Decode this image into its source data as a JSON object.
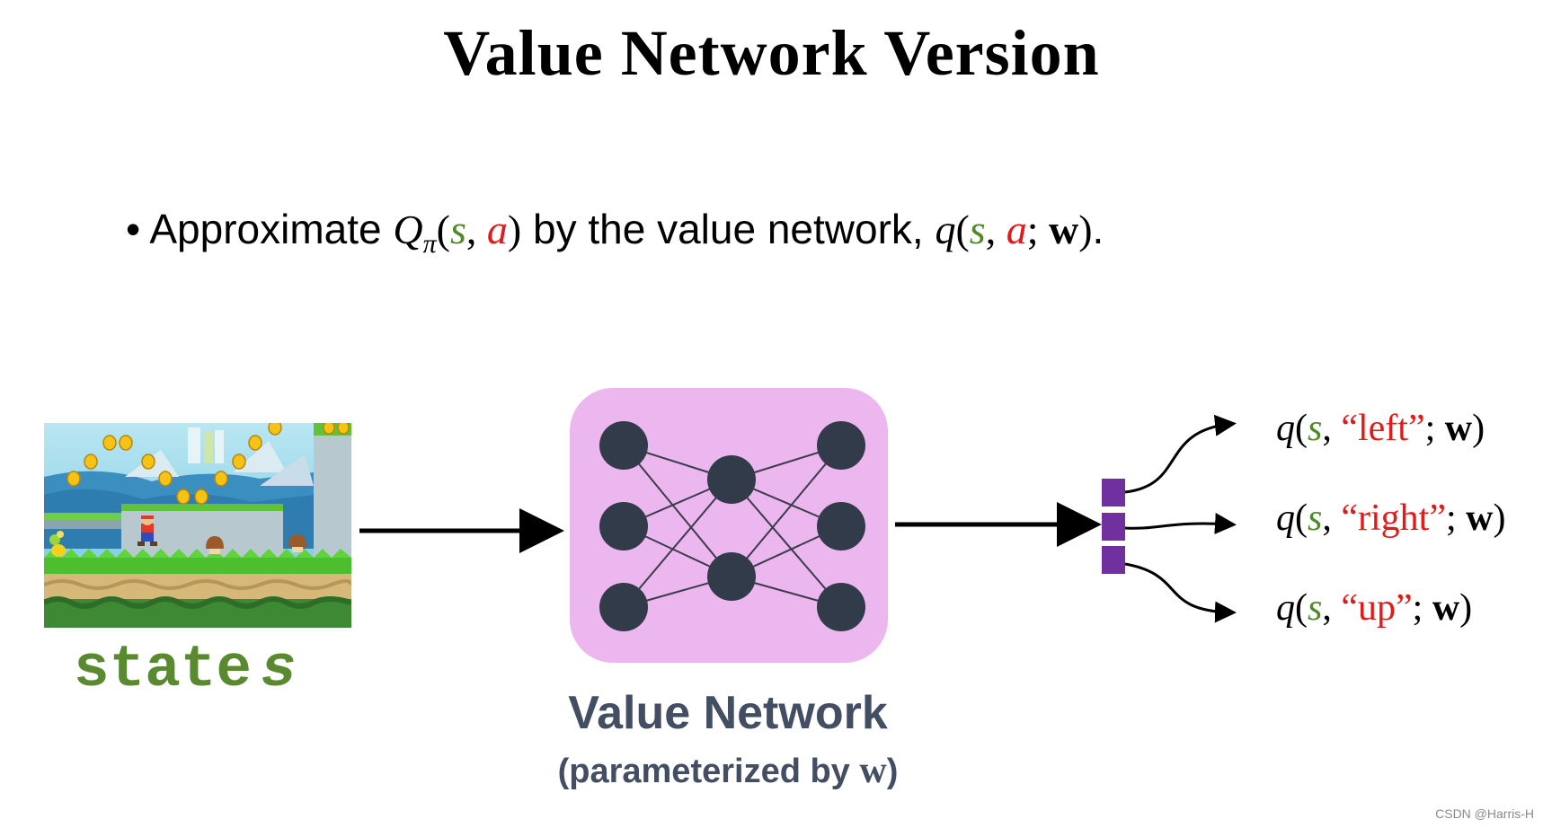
{
  "title": "Value Network Version",
  "bullet": {
    "marker": "•",
    "text_approximate": "Approximate",
    "q_pi": "Q",
    "pi": "π",
    "s": "s",
    "a": "a",
    "text_middle": " by the value network, ",
    "q": "q",
    "w": "w",
    "end": "."
  },
  "state_label": {
    "word": "state",
    "var": "s"
  },
  "network": {
    "title": "Value Network",
    "subtitle_prefix": "(parameterized by ",
    "subtitle_w": "w",
    "subtitle_suffix": ")"
  },
  "outputs": [
    {
      "action": "“left”"
    },
    {
      "action": "“right”"
    },
    {
      "action": "“up”"
    }
  ],
  "watermark": "CSDN @Harris-H",
  "colors": {
    "state_green": "#4f8a2a",
    "action_red": "#e11b1b",
    "network_bg": "#ecb7ee",
    "node_fill": "#323b4a",
    "output_block": "#7030a0"
  }
}
